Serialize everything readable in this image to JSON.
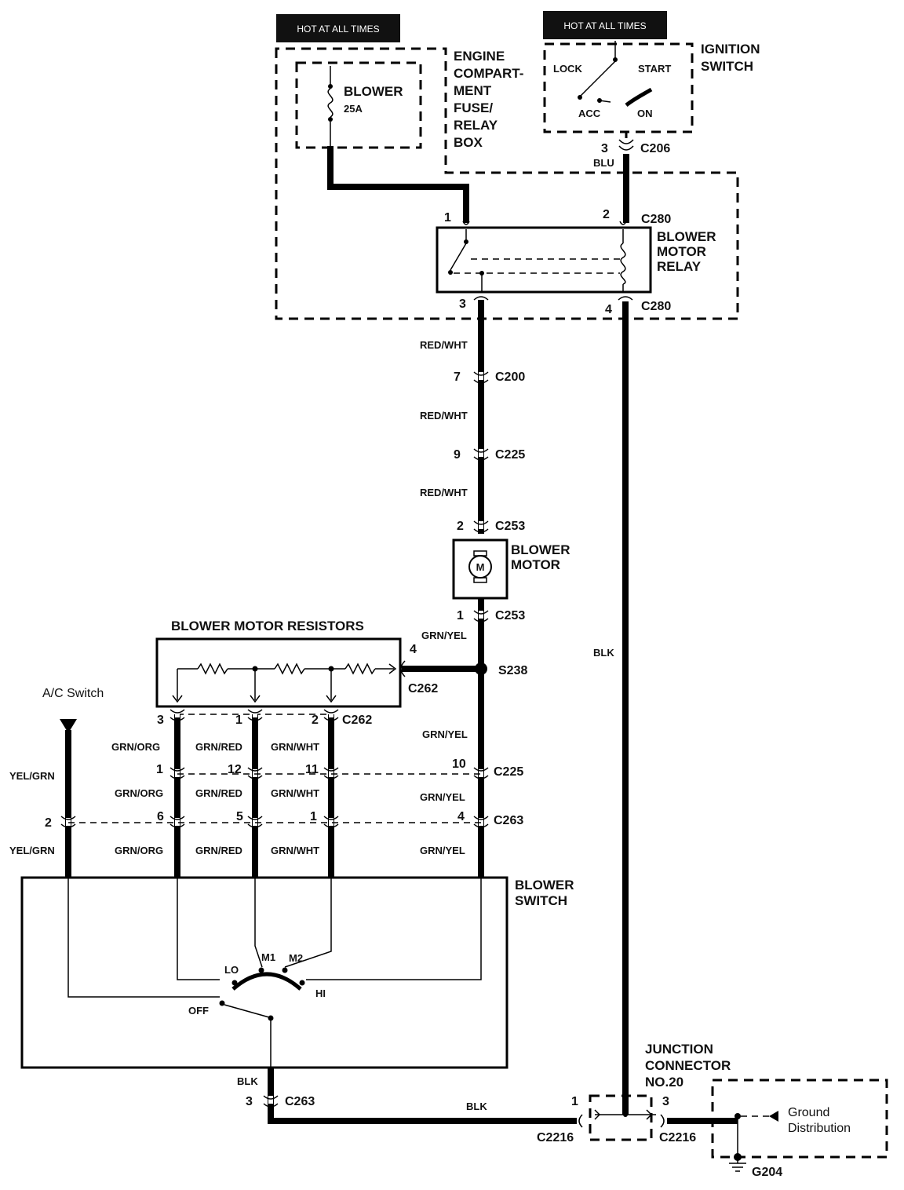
{
  "hot_tags": {
    "left": "HOT AT ALL TIMES",
    "right": "HOT AT ALL TIMES"
  },
  "fuse_box": {
    "title": [
      "ENGINE",
      "COMPART-",
      "MENT",
      "FUSE/",
      "RELAY",
      "BOX"
    ],
    "fuse_name": "BLOWER",
    "fuse_rating": "25A"
  },
  "ignition_switch": {
    "title": [
      "IGNITION",
      "SWITCH"
    ],
    "positions": {
      "lock": "LOCK",
      "start": "START",
      "acc": "ACC",
      "on": "ON"
    },
    "connector_pin": "3",
    "connector": "C206",
    "wire_color": "BLU"
  },
  "relay": {
    "title": [
      "BLOWER",
      "MOTOR",
      "RELAY"
    ],
    "pin1": "1",
    "pin2": "2",
    "pin3": "3",
    "pin4": "4",
    "connector_top": "C280",
    "connector_bottom": "C280"
  },
  "motor_feed": {
    "wire1": "RED/WHT",
    "c200_pin": "7",
    "c200": "C200",
    "wire2": "RED/WHT",
    "c225_pin": "9",
    "c225": "C225",
    "wire3": "RED/WHT",
    "c253_top_pin": "2",
    "c253_top": "C253"
  },
  "blower_motor": {
    "title": [
      "BLOWER",
      "MOTOR"
    ],
    "symbol": "M",
    "c253_bottom_pin": "1",
    "c253_bottom": "C253",
    "out_wire": "GRN/YEL"
  },
  "resistors": {
    "title": "BLOWER MOTOR RESISTORS",
    "out_pin": "4",
    "out_connector": "C262",
    "splice": "S238",
    "pins": [
      "3",
      "1",
      "2"
    ],
    "pin_connector": "C262"
  },
  "ac_switch": {
    "label": "A/C Switch"
  },
  "harness": {
    "row1_wires": [
      "YEL/GRN",
      "GRN/ORG",
      "GRN/RED",
      "GRN/WHT",
      "GRN/YEL"
    ],
    "c225_pins": [
      "1",
      "12",
      "11",
      "10"
    ],
    "c225": "C225",
    "row2_wires": [
      "GRN/ORG",
      "GRN/RED",
      "GRN/WHT",
      "GRN/YEL"
    ],
    "c263_pins": [
      "2",
      "6",
      "5",
      "1",
      "4"
    ],
    "c263": "C263",
    "row3_wires": [
      "YEL/GRN",
      "GRN/ORG",
      "GRN/RED",
      "GRN/WHT",
      "GRN/YEL"
    ]
  },
  "blower_switch": {
    "title": [
      "BLOWER",
      "SWITCH"
    ],
    "positions": {
      "off": "OFF",
      "lo": "LO",
      "m1": "M1",
      "m2": "M2",
      "hi": "HI"
    },
    "ground_wire": "BLK",
    "ground_pin": "3",
    "ground_connector": "C263"
  },
  "ground": {
    "relay_wire": "BLK",
    "bottom_wire": "BLK",
    "junction_title": [
      "JUNCTION",
      "CONNECTOR",
      "NO.20"
    ],
    "left_pin": "1",
    "left_connector": "C2216",
    "right_pin": "3",
    "right_connector": "C2216",
    "distribution": [
      "Ground",
      "Distribution"
    ],
    "ground_point": "G204"
  }
}
